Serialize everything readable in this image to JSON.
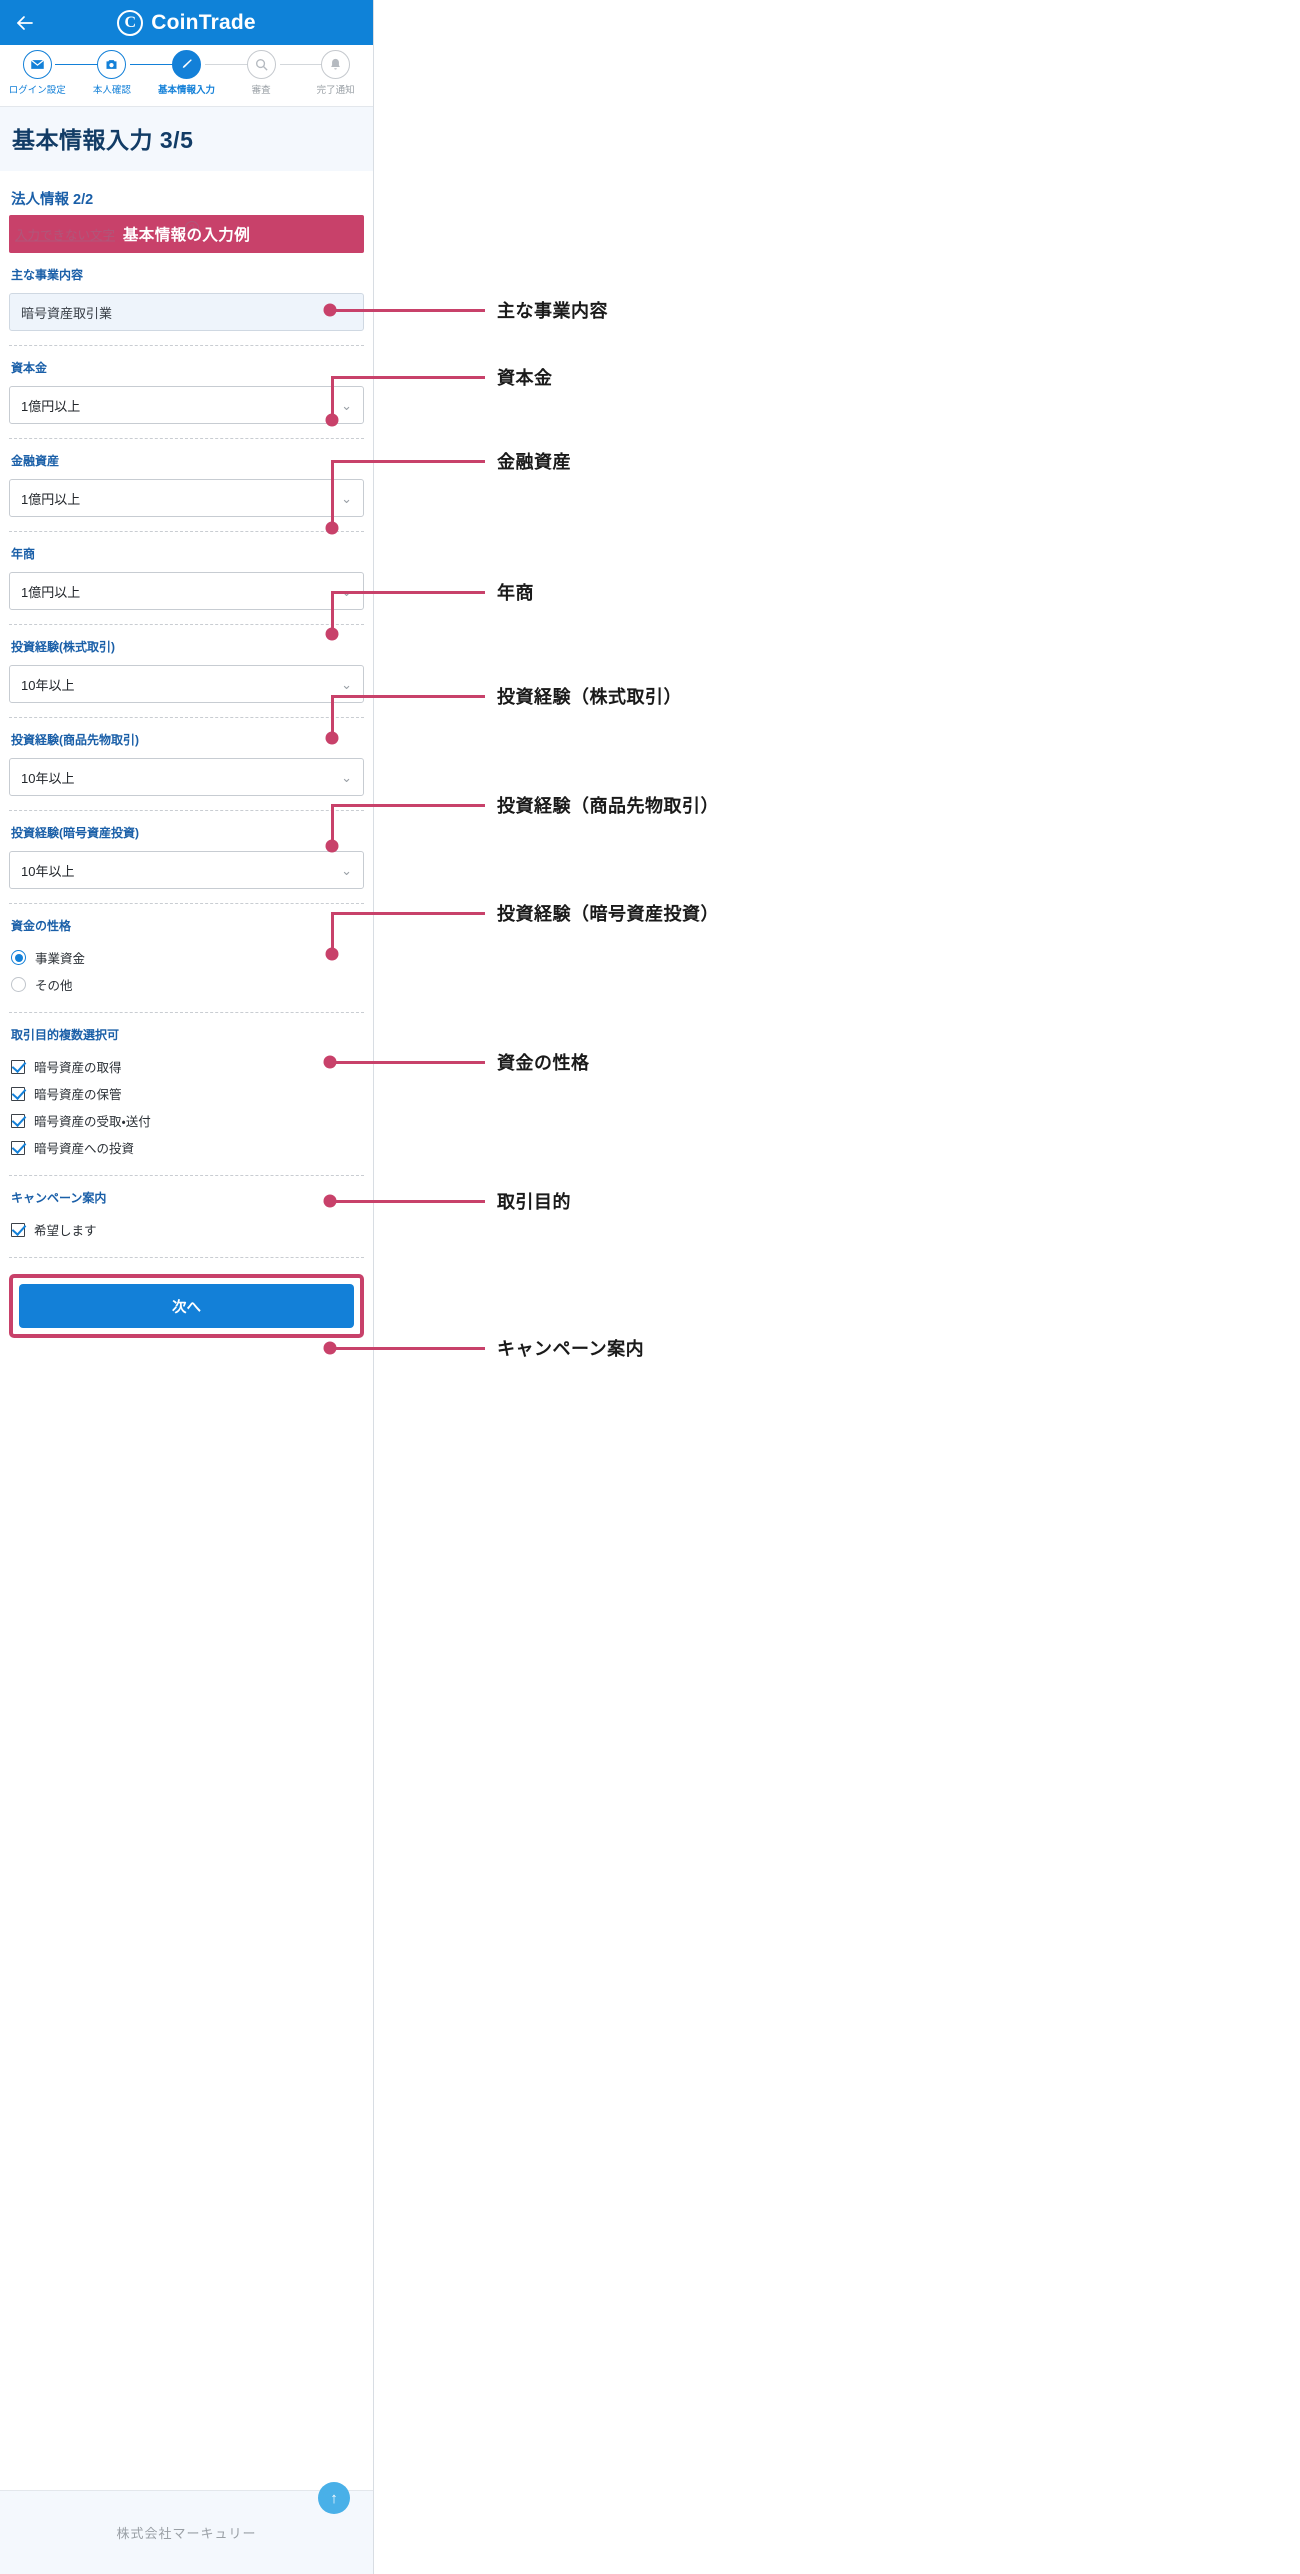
{
  "appbar": {
    "back_icon": "back-arrow-icon",
    "brand_name": "CoinTrade",
    "brand_letter": "C",
    "bg_color": "#0f82d8"
  },
  "stepper": {
    "steps": [
      {
        "label": "ログイン設定",
        "icon": "mail-icon",
        "state": "done"
      },
      {
        "label": "本人確認",
        "icon": "camera-icon",
        "state": "done"
      },
      {
        "label": "基本情報入力",
        "icon": "pencil-icon",
        "state": "active"
      },
      {
        "label": "審査",
        "icon": "search-icon",
        "state": "inactive"
      },
      {
        "label": "完了通知",
        "icon": "bell-icon",
        "state": "inactive"
      }
    ]
  },
  "page": {
    "title": "基本情報入力 3/5",
    "section_title": "法人情報 2/2",
    "banner": {
      "overlay_text": "基本情報の入力例",
      "masked_link": "入力できない文字",
      "help_icon": "?",
      "bg_color": "#c8416a"
    }
  },
  "form": {
    "main_business": {
      "label": "主な事業内容",
      "value": "暗号資産取引業",
      "type": "text-readonly"
    },
    "capital": {
      "label": "資本金",
      "value": "1億円以上",
      "type": "select"
    },
    "financial_assets": {
      "label": "金融資産",
      "value": "1億円以上",
      "type": "select"
    },
    "annual_sales": {
      "label": "年商",
      "value": "1億円以上",
      "type": "select"
    },
    "exp_stock": {
      "label": "投資経験(株式取引)",
      "value": "10年以上",
      "type": "select"
    },
    "exp_futures": {
      "label": "投資経験(商品先物取引)",
      "value": "10年以上",
      "type": "select"
    },
    "exp_crypto": {
      "label": "投資経験(暗号資産投資)",
      "value": "10年以上",
      "type": "select"
    },
    "fund_nature": {
      "label": "資金の性格",
      "options": [
        {
          "label": "事業資金",
          "selected": true
        },
        {
          "label": "その他",
          "selected": false
        }
      ]
    },
    "trade_purpose": {
      "label": "取引目的複数選択可",
      "options": [
        {
          "label": "暗号資産の取得",
          "checked": true
        },
        {
          "label": "暗号資産の保管",
          "checked": true
        },
        {
          "label": "暗号資産の受取・送付",
          "checked": true
        },
        {
          "label": "暗号資産への投資",
          "checked": true
        }
      ]
    },
    "campaign": {
      "label": "キャンペーン案内",
      "options": [
        {
          "label": "希望します",
          "checked": true
        }
      ]
    }
  },
  "submit": {
    "label": "次へ",
    "bg_color": "#1380d8",
    "outline_color": "#c8416a"
  },
  "fab": {
    "icon": "arrow-up-icon"
  },
  "footer": {
    "text": "株式会社マーキュリー"
  },
  "annotations": {
    "accent_color": "#c8416a",
    "items": [
      {
        "text": "主な事業内容"
      },
      {
        "text": "資本金"
      },
      {
        "text": "金融資産"
      },
      {
        "text": "年商"
      },
      {
        "text": "投資経験（株式取引）"
      },
      {
        "text": "投資経験（商品先物取引）"
      },
      {
        "text": "投資経験（暗号資産投資）"
      },
      {
        "text": "資金の性格"
      },
      {
        "text": "取引目的"
      },
      {
        "text": "キャンペーン案内"
      }
    ]
  }
}
